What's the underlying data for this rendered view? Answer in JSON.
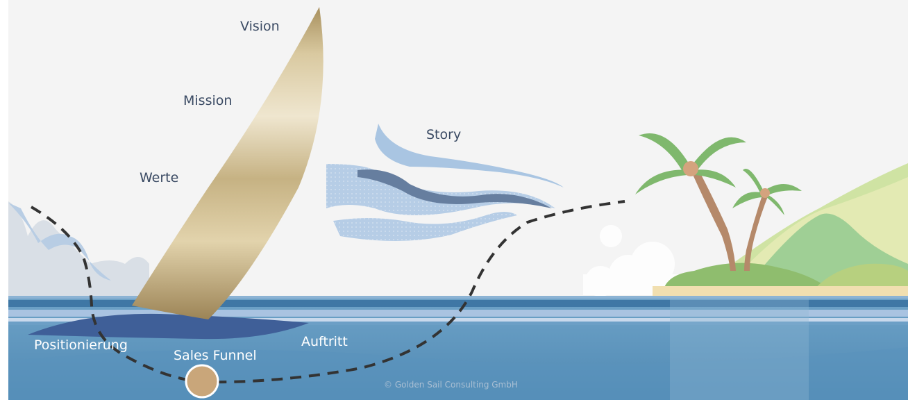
{
  "labels": {
    "vision": "Vision",
    "mission": "Mission",
    "werte": "Werte",
    "story": "Story",
    "positionierung": "Positionierung",
    "sales_funnel": "Sales Funnel",
    "auftritt": "Auftritt"
  },
  "footer": {
    "copyright": "© Golden Sail Consulting GmbH"
  },
  "colors": {
    "sky": "#f4f4f4",
    "sea": "#5a93bd",
    "sail_gold": "#b49d6c",
    "palm_green": "#7fb86d",
    "wind_blue": "#a9c5e2",
    "label_dark": "#3a4a63"
  }
}
